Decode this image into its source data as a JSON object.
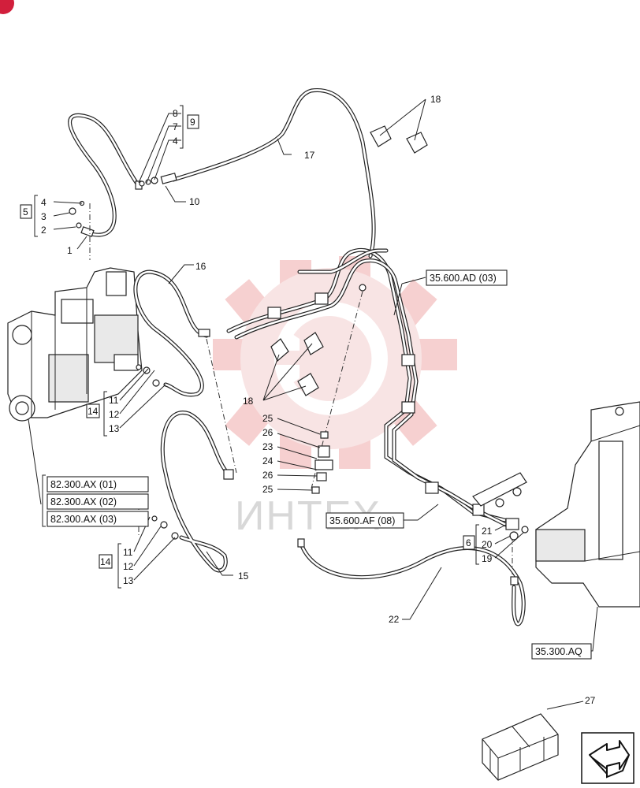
{
  "callouts": {
    "c1": "1",
    "c2": "2",
    "c3": "3",
    "c4a": "4",
    "c5": "5",
    "c8": "8",
    "c7": "7",
    "c4b": "4",
    "c9": "9",
    "c10": "10",
    "c16": "16",
    "c17": "17",
    "c18a": "18",
    "c18b": "18",
    "c11a": "11",
    "c12a": "12",
    "c13a": "13",
    "c14a": "14",
    "c11b": "11",
    "c12b": "12",
    "c13b": "13",
    "c14b": "14",
    "c15": "15",
    "c25a": "25",
    "c26a": "26",
    "c23": "23",
    "c24": "24",
    "c26b": "26",
    "c25b": "25",
    "c21": "21",
    "c20": "20",
    "c19": "19",
    "c6": "6",
    "c22": "22",
    "c27": "27"
  },
  "references": {
    "ax01": "82.300.AX (01)",
    "ax02": "82.300.AX (02)",
    "ax03": "82.300.AX (03)",
    "ad03": "35.600.AD (03)",
    "af08": "35.600.AF (08)",
    "aq": "35.300.AQ"
  },
  "watermark": {
    "text": "ИНТЕХ",
    "color": "#e8a0a0"
  },
  "nav": {
    "icon": "next-page-arrow-icon"
  }
}
